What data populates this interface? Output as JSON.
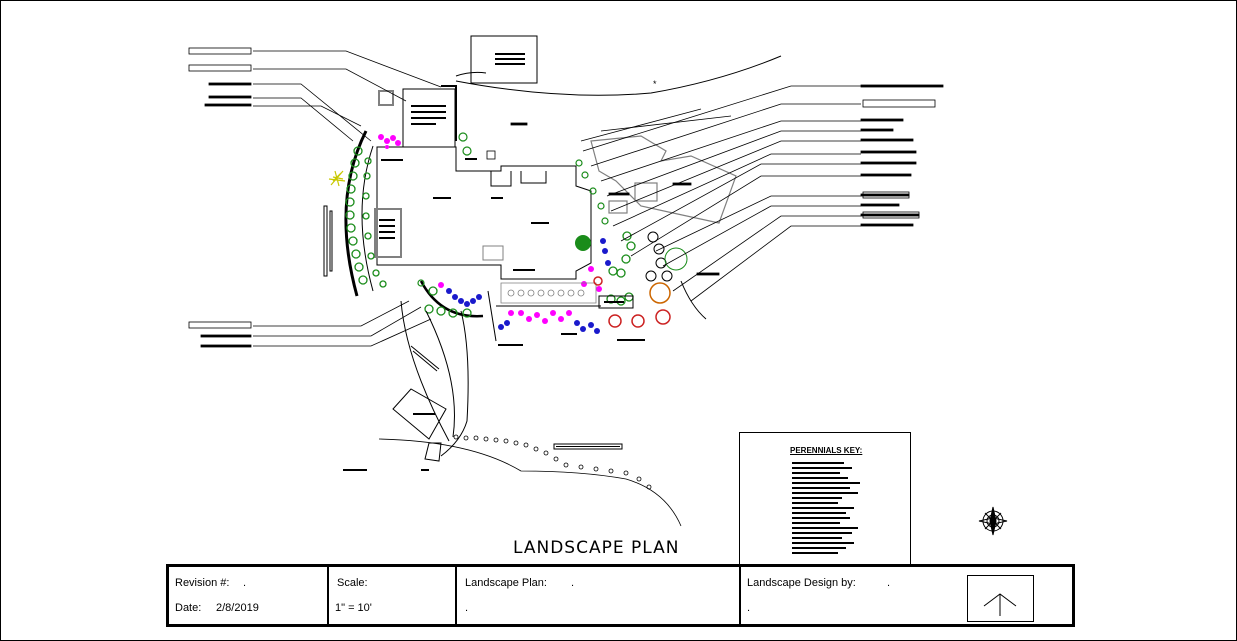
{
  "drawing": {
    "title": "LANDSCAPE PLAN",
    "perennial_key": "PERENNIALS KEY:"
  },
  "title_block": {
    "revision_label": "Revision #:",
    "revision_value": ".",
    "date_label": "Date:",
    "date_value": "2/8/2019",
    "scale_label": "Scale:",
    "scale_value": "1\" = 10'",
    "plan_label": "Landscape Plan:",
    "plan_value": ".",
    "plan_value_2": ".",
    "designer_label": "Landscape Design by:",
    "designer_value": ".",
    "designer_value_2": "."
  },
  "colors": {
    "line": "#000000",
    "structure": "#808080",
    "shrub_green": "#1a8c1a",
    "flower_magenta": "#ff00ff",
    "flower_blue": "#1a1acc",
    "tree_red": "#cc2222",
    "tree_orange": "#cc6600",
    "accent_yellow": "#c8c800"
  },
  "icons": {
    "compass": "compass-rose-icon",
    "north_arrow": "north-arrow-icon"
  }
}
